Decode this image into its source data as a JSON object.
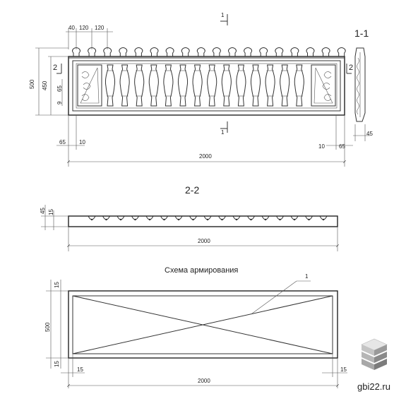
{
  "elevation": {
    "top_dims": [
      "40",
      "120",
      "120"
    ],
    "height_total": "500",
    "height_inner": "450",
    "left_small_a": "65",
    "left_small_b": "9",
    "bottom_left_a": "65",
    "bottom_left_b": "10",
    "bottom_right_a": "10",
    "bottom_right_b": "65",
    "length": "2000",
    "cut_mark": "1",
    "side_mark": "2"
  },
  "section_1_1": {
    "label": "1-1",
    "dim": "45"
  },
  "section_2_2": {
    "label": "2-2",
    "dim_a": "45",
    "dim_b": "15",
    "length": "2000"
  },
  "reinforcement": {
    "title": "Схема армирования",
    "callout": "1",
    "top_dim": "15",
    "height": "500",
    "bottom_dim": "15",
    "left_dim": "15",
    "right_dim": "15",
    "length": "2000"
  },
  "watermark": {
    "text": "gbi22.ru"
  }
}
